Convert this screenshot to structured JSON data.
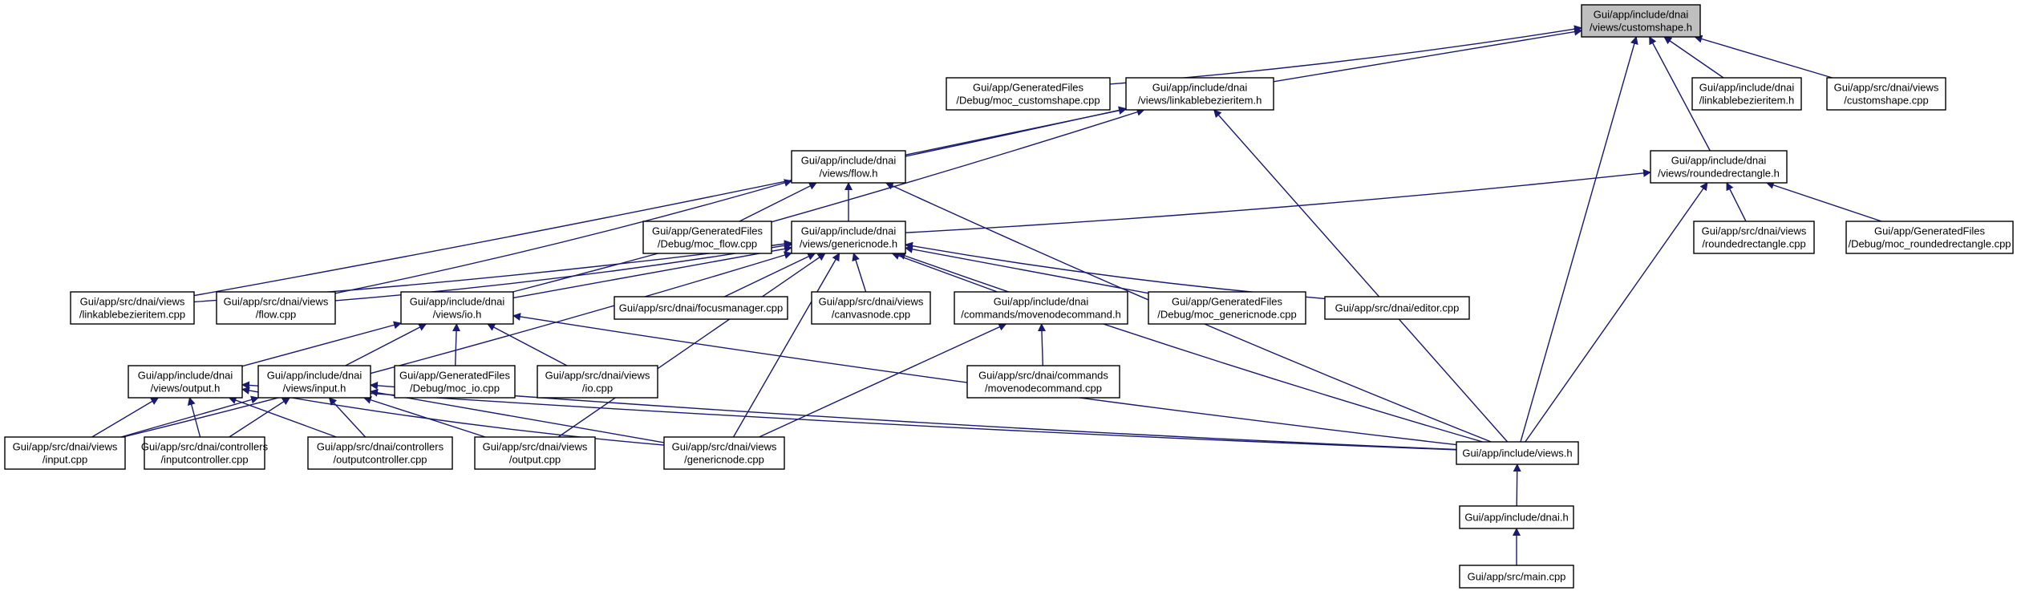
{
  "colors": {
    "edge": "#191970",
    "node_border": "#000000",
    "highlight_fill": "#bfbfbf",
    "background": "#ffffff"
  },
  "nodes": [
    {
      "id": "customshape_h",
      "lines": [
        "Gui/app/include/dnai",
        "/views/customshape.h"
      ],
      "highlight": true
    },
    {
      "id": "moc_customshape",
      "lines": [
        "Gui/app/GeneratedFiles",
        "/Debug/moc_customshape.cpp"
      ]
    },
    {
      "id": "linkablebezieritem_h",
      "lines": [
        "Gui/app/include/dnai",
        "/views/linkablebezieritem.h"
      ]
    },
    {
      "id": "linkablebezieritem_h2",
      "lines": [
        "Gui/app/include/dnai",
        "/linkablebezieritem.h"
      ]
    },
    {
      "id": "customshape_cpp",
      "lines": [
        "Gui/app/src/dnai/views",
        "/customshape.cpp"
      ]
    },
    {
      "id": "flow_h",
      "lines": [
        "Gui/app/include/dnai",
        "/views/flow.h"
      ]
    },
    {
      "id": "roundedrectangle_h",
      "lines": [
        "Gui/app/include/dnai",
        "/views/roundedrectangle.h"
      ]
    },
    {
      "id": "moc_flow",
      "lines": [
        "Gui/app/GeneratedFiles",
        "/Debug/moc_flow.cpp"
      ]
    },
    {
      "id": "genericnode_h",
      "lines": [
        "Gui/app/include/dnai",
        "/views/genericnode.h"
      ]
    },
    {
      "id": "roundedrectangle_cpp",
      "lines": [
        "Gui/app/src/dnai/views",
        "/roundedrectangle.cpp"
      ]
    },
    {
      "id": "moc_roundedrectangle",
      "lines": [
        "Gui/app/GeneratedFiles",
        "/Debug/moc_roundedrectangle.cpp"
      ]
    },
    {
      "id": "linkablebezieritem_cpp",
      "lines": [
        "Gui/app/src/dnai/views",
        "/linkablebezieritem.cpp"
      ]
    },
    {
      "id": "flow_cpp",
      "lines": [
        "Gui/app/src/dnai/views",
        "/flow.cpp"
      ]
    },
    {
      "id": "io_h",
      "lines": [
        "Gui/app/include/dnai",
        "/views/io.h"
      ]
    },
    {
      "id": "focusmanager_cpp",
      "lines": [
        "Gui/app/src/dnai/focusmanager.cpp"
      ]
    },
    {
      "id": "canvasnode_cpp",
      "lines": [
        "Gui/app/src/dnai/views",
        "/canvasnode.cpp"
      ]
    },
    {
      "id": "movenodecommand_h",
      "lines": [
        "Gui/app/include/dnai",
        "/commands/movenodecommand.h"
      ]
    },
    {
      "id": "moc_genericnode",
      "lines": [
        "Gui/app/GeneratedFiles",
        "/Debug/moc_genericnode.cpp"
      ]
    },
    {
      "id": "editor_cpp",
      "lines": [
        "Gui/app/src/dnai/editor.cpp"
      ]
    },
    {
      "id": "output_h",
      "lines": [
        "Gui/app/include/dnai",
        "/views/output.h"
      ]
    },
    {
      "id": "input_h",
      "lines": [
        "Gui/app/include/dnai",
        "/views/input.h"
      ]
    },
    {
      "id": "moc_io",
      "lines": [
        "Gui/app/GeneratedFiles",
        "/Debug/moc_io.cpp"
      ]
    },
    {
      "id": "io_cpp",
      "lines": [
        "Gui/app/src/dnai/views",
        "/io.cpp"
      ]
    },
    {
      "id": "movenodecommand_cpp",
      "lines": [
        "Gui/app/src/dnai/commands",
        "/movenodecommand.cpp"
      ]
    },
    {
      "id": "input_cpp",
      "lines": [
        "Gui/app/src/dnai/views",
        "/input.cpp"
      ]
    },
    {
      "id": "inputcontroller_cpp",
      "lines": [
        "Gui/app/src/dnai/controllers",
        "/inputcontroller.cpp"
      ]
    },
    {
      "id": "outputcontroller_cpp",
      "lines": [
        "Gui/app/src/dnai/controllers",
        "/outputcontroller.cpp"
      ]
    },
    {
      "id": "output_cpp",
      "lines": [
        "Gui/app/src/dnai/views",
        "/output.cpp"
      ]
    },
    {
      "id": "genericnode_cpp",
      "lines": [
        "Gui/app/src/dnai/views",
        "/genericnode.cpp"
      ]
    },
    {
      "id": "views_h",
      "lines": [
        "Gui/app/include/views.h"
      ]
    },
    {
      "id": "dnai_h",
      "lines": [
        "Gui/app/include/dnai.h"
      ]
    },
    {
      "id": "main_cpp",
      "lines": [
        "Gui/app/src/main.cpp"
      ]
    }
  ],
  "edges": [
    [
      "moc_customshape",
      "customshape_h"
    ],
    [
      "linkablebezieritem_h",
      "customshape_h"
    ],
    [
      "linkablebezieritem_h2",
      "customshape_h"
    ],
    [
      "customshape_cpp",
      "customshape_h"
    ],
    [
      "roundedrectangle_h",
      "customshape_h"
    ],
    [
      "views_h",
      "customshape_h"
    ],
    [
      "flow_h",
      "linkablebezieritem_h"
    ],
    [
      "linkablebezieritem_cpp",
      "linkablebezieritem_h"
    ],
    [
      "io_h",
      "linkablebezieritem_h"
    ],
    [
      "views_h",
      "linkablebezieritem_h"
    ],
    [
      "moc_flow",
      "flow_h"
    ],
    [
      "genericnode_h",
      "flow_h"
    ],
    [
      "flow_cpp",
      "flow_h"
    ],
    [
      "views_h",
      "flow_h"
    ],
    [
      "genericnode_h",
      "roundedrectangle_h"
    ],
    [
      "roundedrectangle_cpp",
      "roundedrectangle_h"
    ],
    [
      "moc_roundedrectangle",
      "roundedrectangle_h"
    ],
    [
      "views_h",
      "roundedrectangle_h"
    ],
    [
      "linkablebezieritem_cpp",
      "genericnode_h"
    ],
    [
      "flow_cpp",
      "genericnode_h"
    ],
    [
      "io_h",
      "genericnode_h"
    ],
    [
      "focusmanager_cpp",
      "genericnode_h"
    ],
    [
      "canvasnode_cpp",
      "genericnode_h"
    ],
    [
      "movenodecommand_h",
      "genericnode_h"
    ],
    [
      "moc_genericnode",
      "genericnode_h"
    ],
    [
      "editor_cpp",
      "genericnode_h"
    ],
    [
      "input_cpp",
      "genericnode_h"
    ],
    [
      "output_cpp",
      "genericnode_h"
    ],
    [
      "genericnode_cpp",
      "genericnode_h"
    ],
    [
      "views_h",
      "genericnode_h"
    ],
    [
      "output_h",
      "io_h"
    ],
    [
      "input_h",
      "io_h"
    ],
    [
      "moc_io",
      "io_h"
    ],
    [
      "io_cpp",
      "io_h"
    ],
    [
      "views_h",
      "io_h"
    ],
    [
      "movenodecommand_cpp",
      "movenodecommand_h"
    ],
    [
      "genericnode_cpp",
      "movenodecommand_h"
    ],
    [
      "input_cpp",
      "output_h"
    ],
    [
      "inputcontroller_cpp",
      "output_h"
    ],
    [
      "outputcontroller_cpp",
      "output_h"
    ],
    [
      "genericnode_cpp",
      "output_h"
    ],
    [
      "views_h",
      "output_h"
    ],
    [
      "input_cpp",
      "input_h"
    ],
    [
      "inputcontroller_cpp",
      "input_h"
    ],
    [
      "outputcontroller_cpp",
      "input_h"
    ],
    [
      "output_cpp",
      "input_h"
    ],
    [
      "genericnode_cpp",
      "input_h"
    ],
    [
      "views_h",
      "input_h"
    ],
    [
      "dnai_h",
      "views_h"
    ],
    [
      "main_cpp",
      "dnai_h"
    ]
  ]
}
